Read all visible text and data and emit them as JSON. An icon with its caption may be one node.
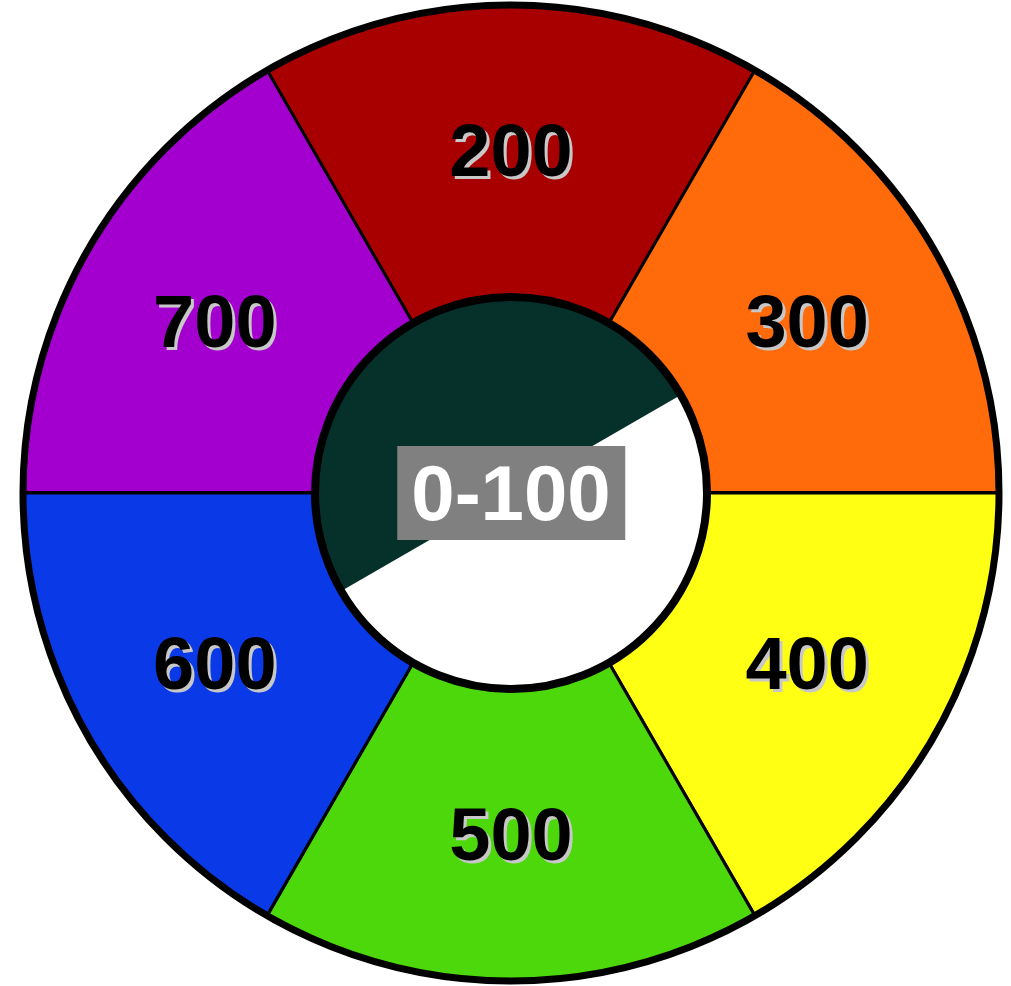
{
  "diagram": {
    "nodes": [
      {
        "text": [
          "200"
        ]
      },
      {
        "text": [
          "300"
        ]
      },
      {
        "text": [
          "400"
        ]
      },
      {
        "text": [
          "500"
        ]
      },
      {
        "text": [
          "600"
        ]
      },
      {
        "text": [
          "700"
        ]
      },
      {
        "text": [
          "0-100"
        ]
      }
    ]
  }
}
